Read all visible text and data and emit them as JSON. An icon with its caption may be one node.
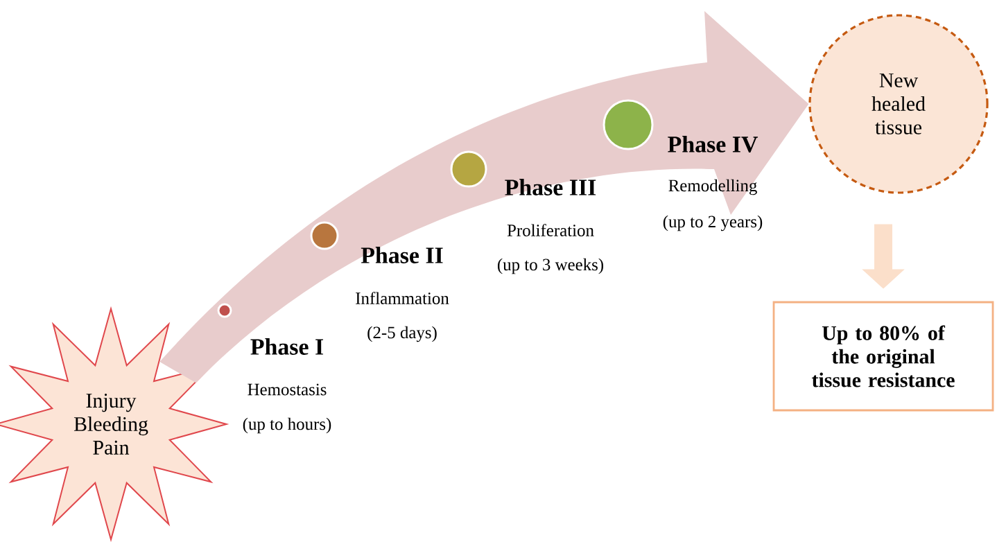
{
  "diagram": {
    "nodes": [
      {
        "text": [
          "Injury Bleeding Pain"
        ]
      },
      {
        "text": [
          "New healed tissue"
        ]
      },
      {
        "text": [
          "Up to 80% of the original tissue resistance"
        ]
      }
    ],
    "edges": [
      {
        "from": 0,
        "to": 1,
        "arrow": "to",
        "color": "#e8cccc"
      },
      {
        "from": 1,
        "to": 2,
        "arrow": "to",
        "color": "#fbdfca"
      }
    ],
    "labels": [
      "Phase I",
      "Hemostasis",
      "(up to hours)",
      "Phase II",
      "Inflammation",
      "(2-5 days)",
      "Phase III",
      "Proliferation",
      "(up to 3 weeks)",
      "Phase IV",
      "Remodelling",
      "(up to 2 years)"
    ]
  }
}
